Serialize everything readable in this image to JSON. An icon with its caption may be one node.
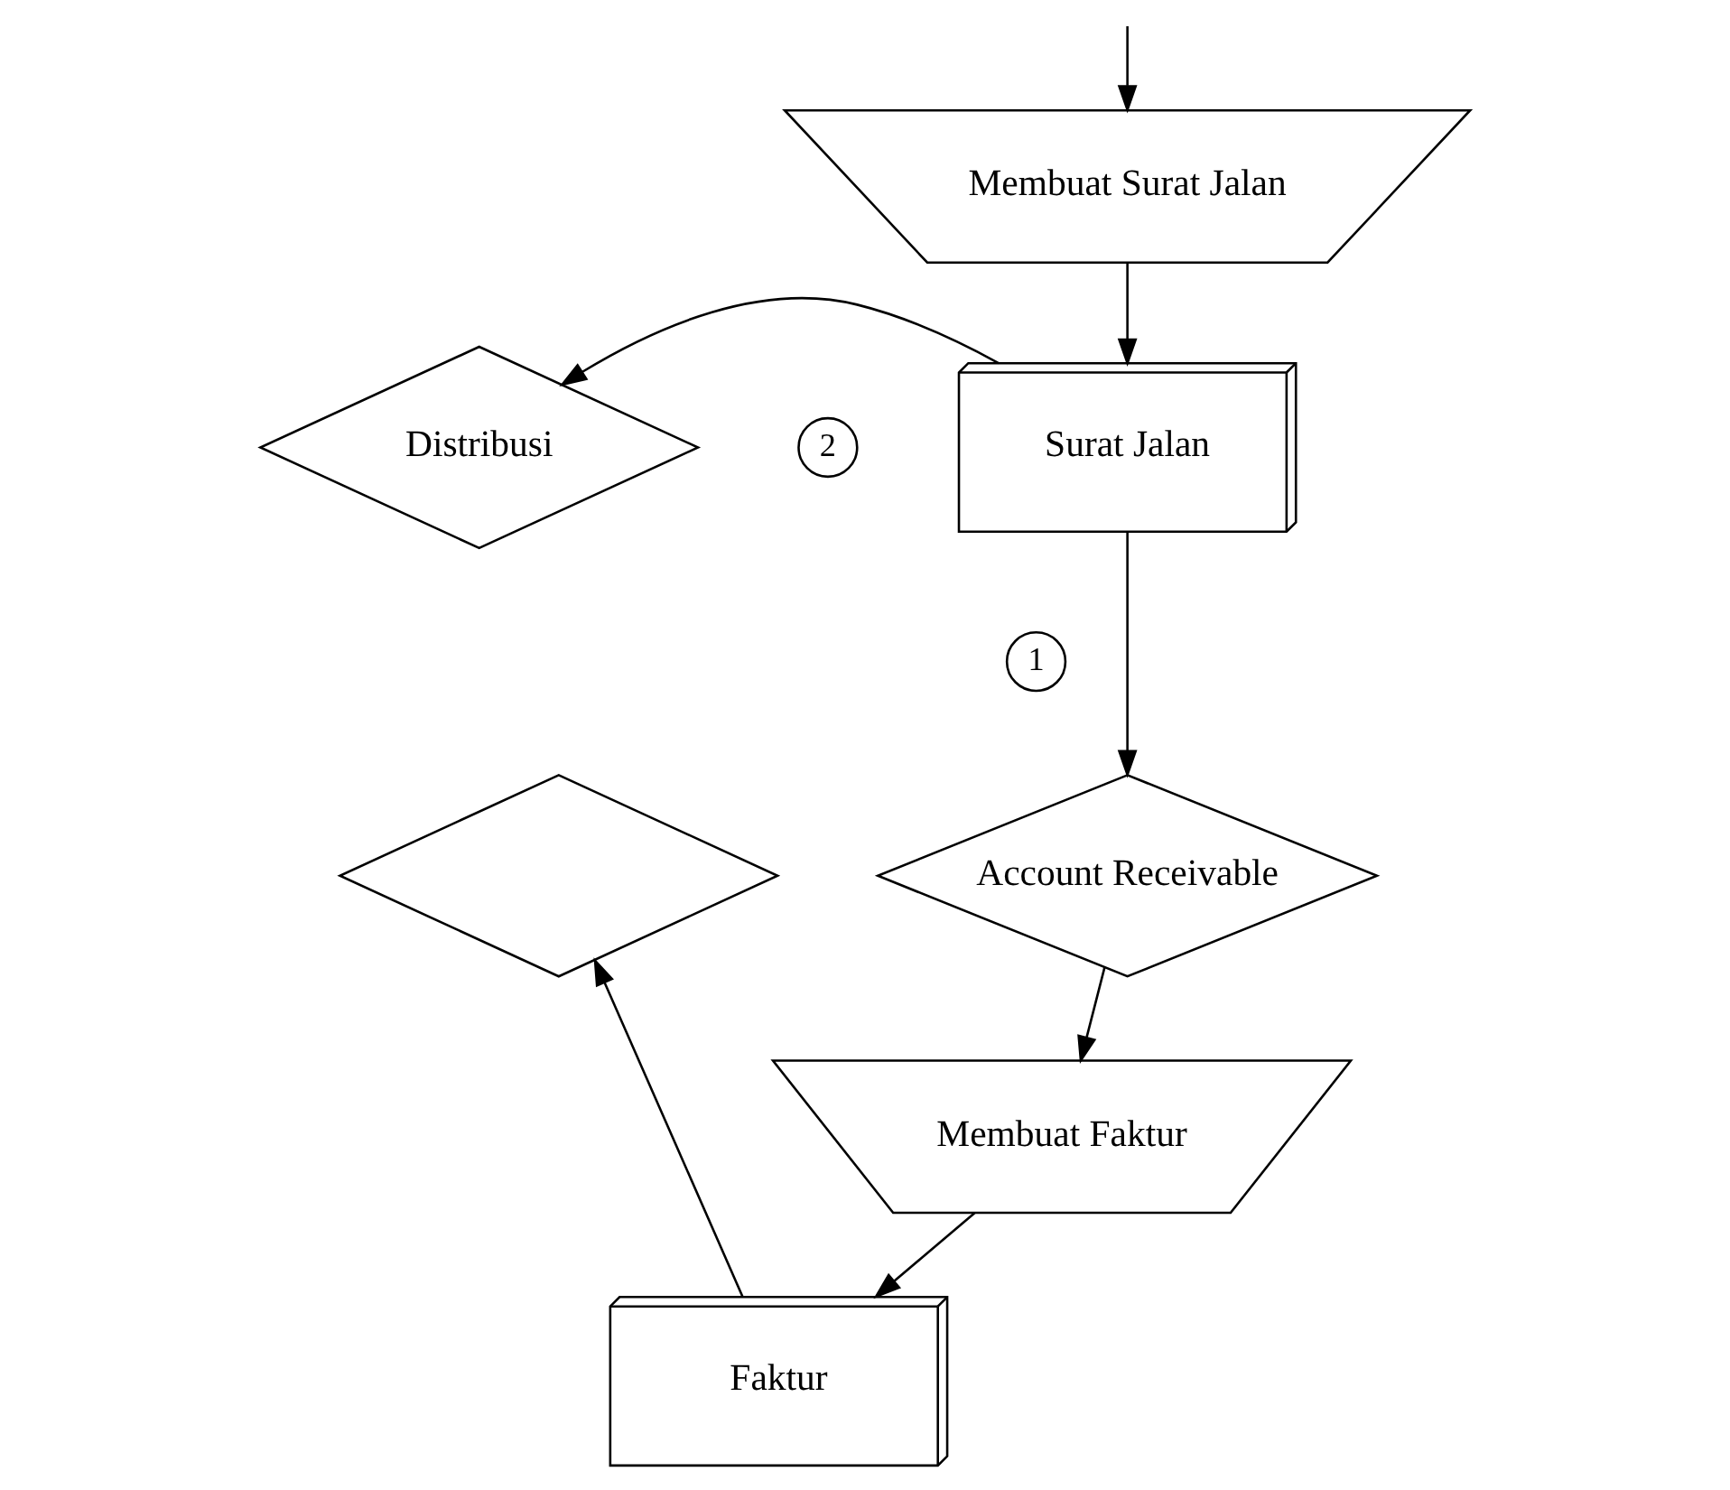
{
  "diagram": {
    "nodes": [
      {
        "text": [
          "Membuat Surat Jalan"
        ]
      },
      {
        "text": [
          "Surat Jalan"
        ]
      },
      {
        "text": [
          "Distribusi"
        ]
      },
      {
        "text": [
          "2"
        ]
      },
      {
        "text": [
          "1"
        ]
      },
      {
        "text": [
          "Account Receivable"
        ]
      },
      {
        "text": [
          "Membuat Faktur"
        ]
      },
      {
        "text": [
          "Faktur"
        ]
      },
      {
        "text": [],
        "shape": "diamond"
      }
    ],
    "edges": [
      {
        "from": null,
        "to": 0,
        "arrow": "to"
      },
      {
        "from": 0,
        "to": 1,
        "arrow": "to"
      },
      {
        "from": 1,
        "to": 2,
        "arrow": "to"
      },
      {
        "from": 1,
        "to": 5,
        "arrow": "to"
      },
      {
        "from": 5,
        "to": 6,
        "arrow": "to"
      },
      {
        "from": 6,
        "to": 7,
        "arrow": "to"
      },
      {
        "from": 7,
        "to": 8,
        "arrow": "to"
      }
    ]
  }
}
